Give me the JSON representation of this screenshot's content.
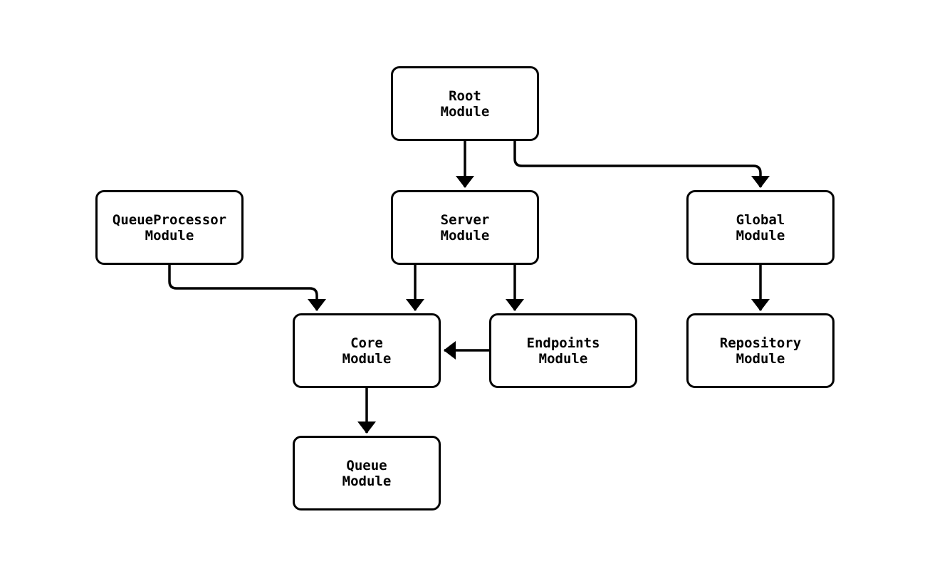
{
  "diagram": {
    "type": "module-dependency-graph",
    "background_color": "#ffffff",
    "node_fill_color": "#ffffff",
    "node_border_color": "#000000",
    "edge_color": "#000000",
    "text_color": "#000000",
    "nodes": [
      {
        "id": "root",
        "label": "Root\nModule"
      },
      {
        "id": "queueprocessor",
        "label": "QueueProcessor\nModule"
      },
      {
        "id": "server",
        "label": "Server\nModule"
      },
      {
        "id": "global",
        "label": "Global\nModule"
      },
      {
        "id": "core",
        "label": "Core\nModule"
      },
      {
        "id": "endpoints",
        "label": "Endpoints\nModule"
      },
      {
        "id": "repository",
        "label": "Repository\nModule"
      },
      {
        "id": "queue",
        "label": "Queue\nModule"
      }
    ],
    "edges": [
      {
        "from": "root",
        "to": "server"
      },
      {
        "from": "root",
        "to": "global"
      },
      {
        "from": "queueprocessor",
        "to": "core"
      },
      {
        "from": "server",
        "to": "core"
      },
      {
        "from": "server",
        "to": "endpoints"
      },
      {
        "from": "endpoints",
        "to": "core"
      },
      {
        "from": "core",
        "to": "queue"
      },
      {
        "from": "global",
        "to": "repository"
      }
    ]
  }
}
